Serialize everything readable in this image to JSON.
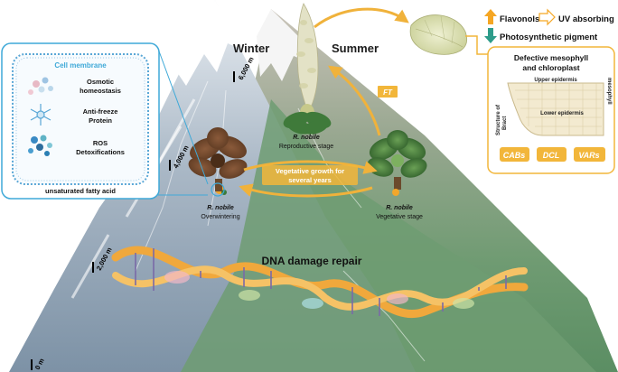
{
  "seasons": {
    "winter": "Winter",
    "summer": "Summer"
  },
  "altitude_marks": [
    "6,000 m",
    "4,000 m",
    "2,000 m",
    "0 m"
  ],
  "cell_membrane": {
    "title": "Cell membrane",
    "items": [
      {
        "line1": "Osmotic",
        "line2": "homeostasis",
        "icon": "osmotic-icon"
      },
      {
        "line1": "Anti-freeze",
        "line2": "Protein",
        "icon": "antifreeze-icon"
      },
      {
        "line1": "ROS",
        "line2": "Detoxifications",
        "icon": "ros-icon"
      }
    ],
    "fatty_acid": "unsaturated fatty acid"
  },
  "stages": {
    "reproductive": {
      "species": "R. nobile",
      "label": "Reproductive stage"
    },
    "overwintering": {
      "species": "R. nobile",
      "label": "Overwintering"
    },
    "vegetative": {
      "species": "R. nobile",
      "label": "Vegetative stage"
    }
  },
  "ft_label": "FT",
  "vegetative_growth": {
    "line1": "Vegetative growth for",
    "line2": "several years"
  },
  "dna_repair": "DNA damage repair",
  "legend": {
    "flavonols": "Flavonols",
    "uv": "UV absorbing",
    "pigment": "Photosynthetic pigment"
  },
  "bract_panel": {
    "title_line1": "Defective mesophyll",
    "title_line2": "and chloroplast",
    "upper": "Upper epidermis",
    "lower": "Lower epidermis",
    "mesophyll": "mesophyll",
    "structure_line1": "Structure of",
    "structure_line2": "Bract",
    "tags": [
      "CABs",
      "DCL",
      "VARs"
    ]
  },
  "colors": {
    "accent_blue": "#3fa9d8",
    "accent_orange": "#f2b63a",
    "arrow_gold": "#f0b23b",
    "up_arrow": "#f5a623",
    "down_arrow": "#2e9c8a",
    "cell_blue": "#5aa7d6"
  }
}
